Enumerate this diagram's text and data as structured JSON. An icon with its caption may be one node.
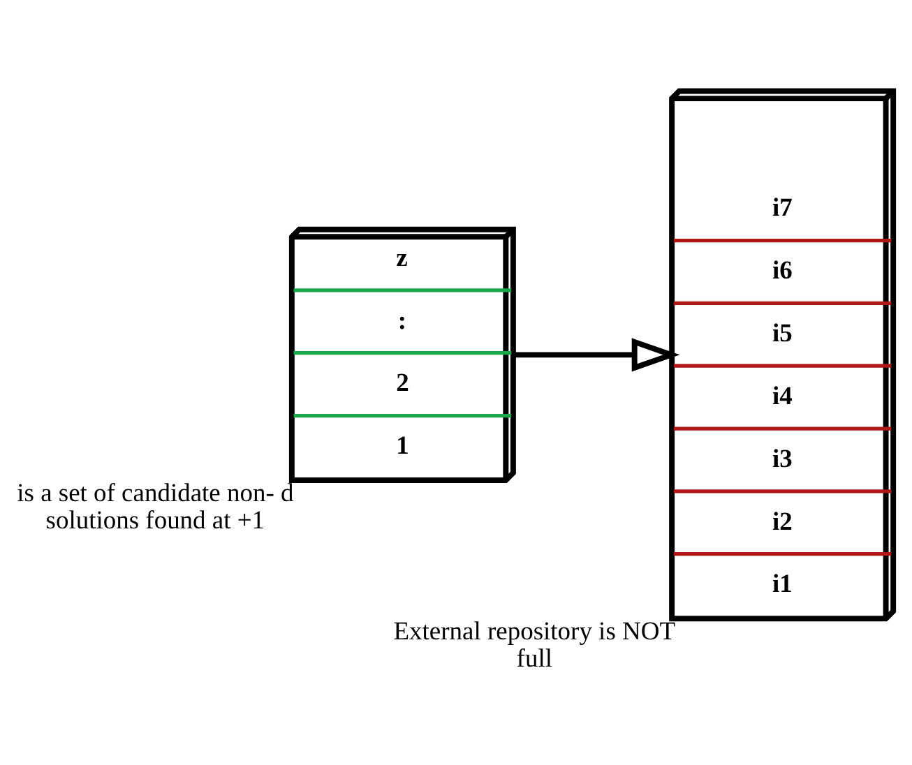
{
  "diagram": {
    "nodes": [
      {
        "text": [
          "z",
          ":",
          "2",
          "1"
        ],
        "beside": [
          "is a set of candidate non- d solutions found at +1"
        ]
      },
      {
        "text": [
          "i7",
          "i6",
          "i5",
          "i4",
          "i3",
          "i2",
          "i1"
        ],
        "beside": [
          "External repository is NOT full"
        ]
      }
    ],
    "edges": [
      {
        "from": 0,
        "to": 1,
        "arrow": "to"
      }
    ]
  }
}
